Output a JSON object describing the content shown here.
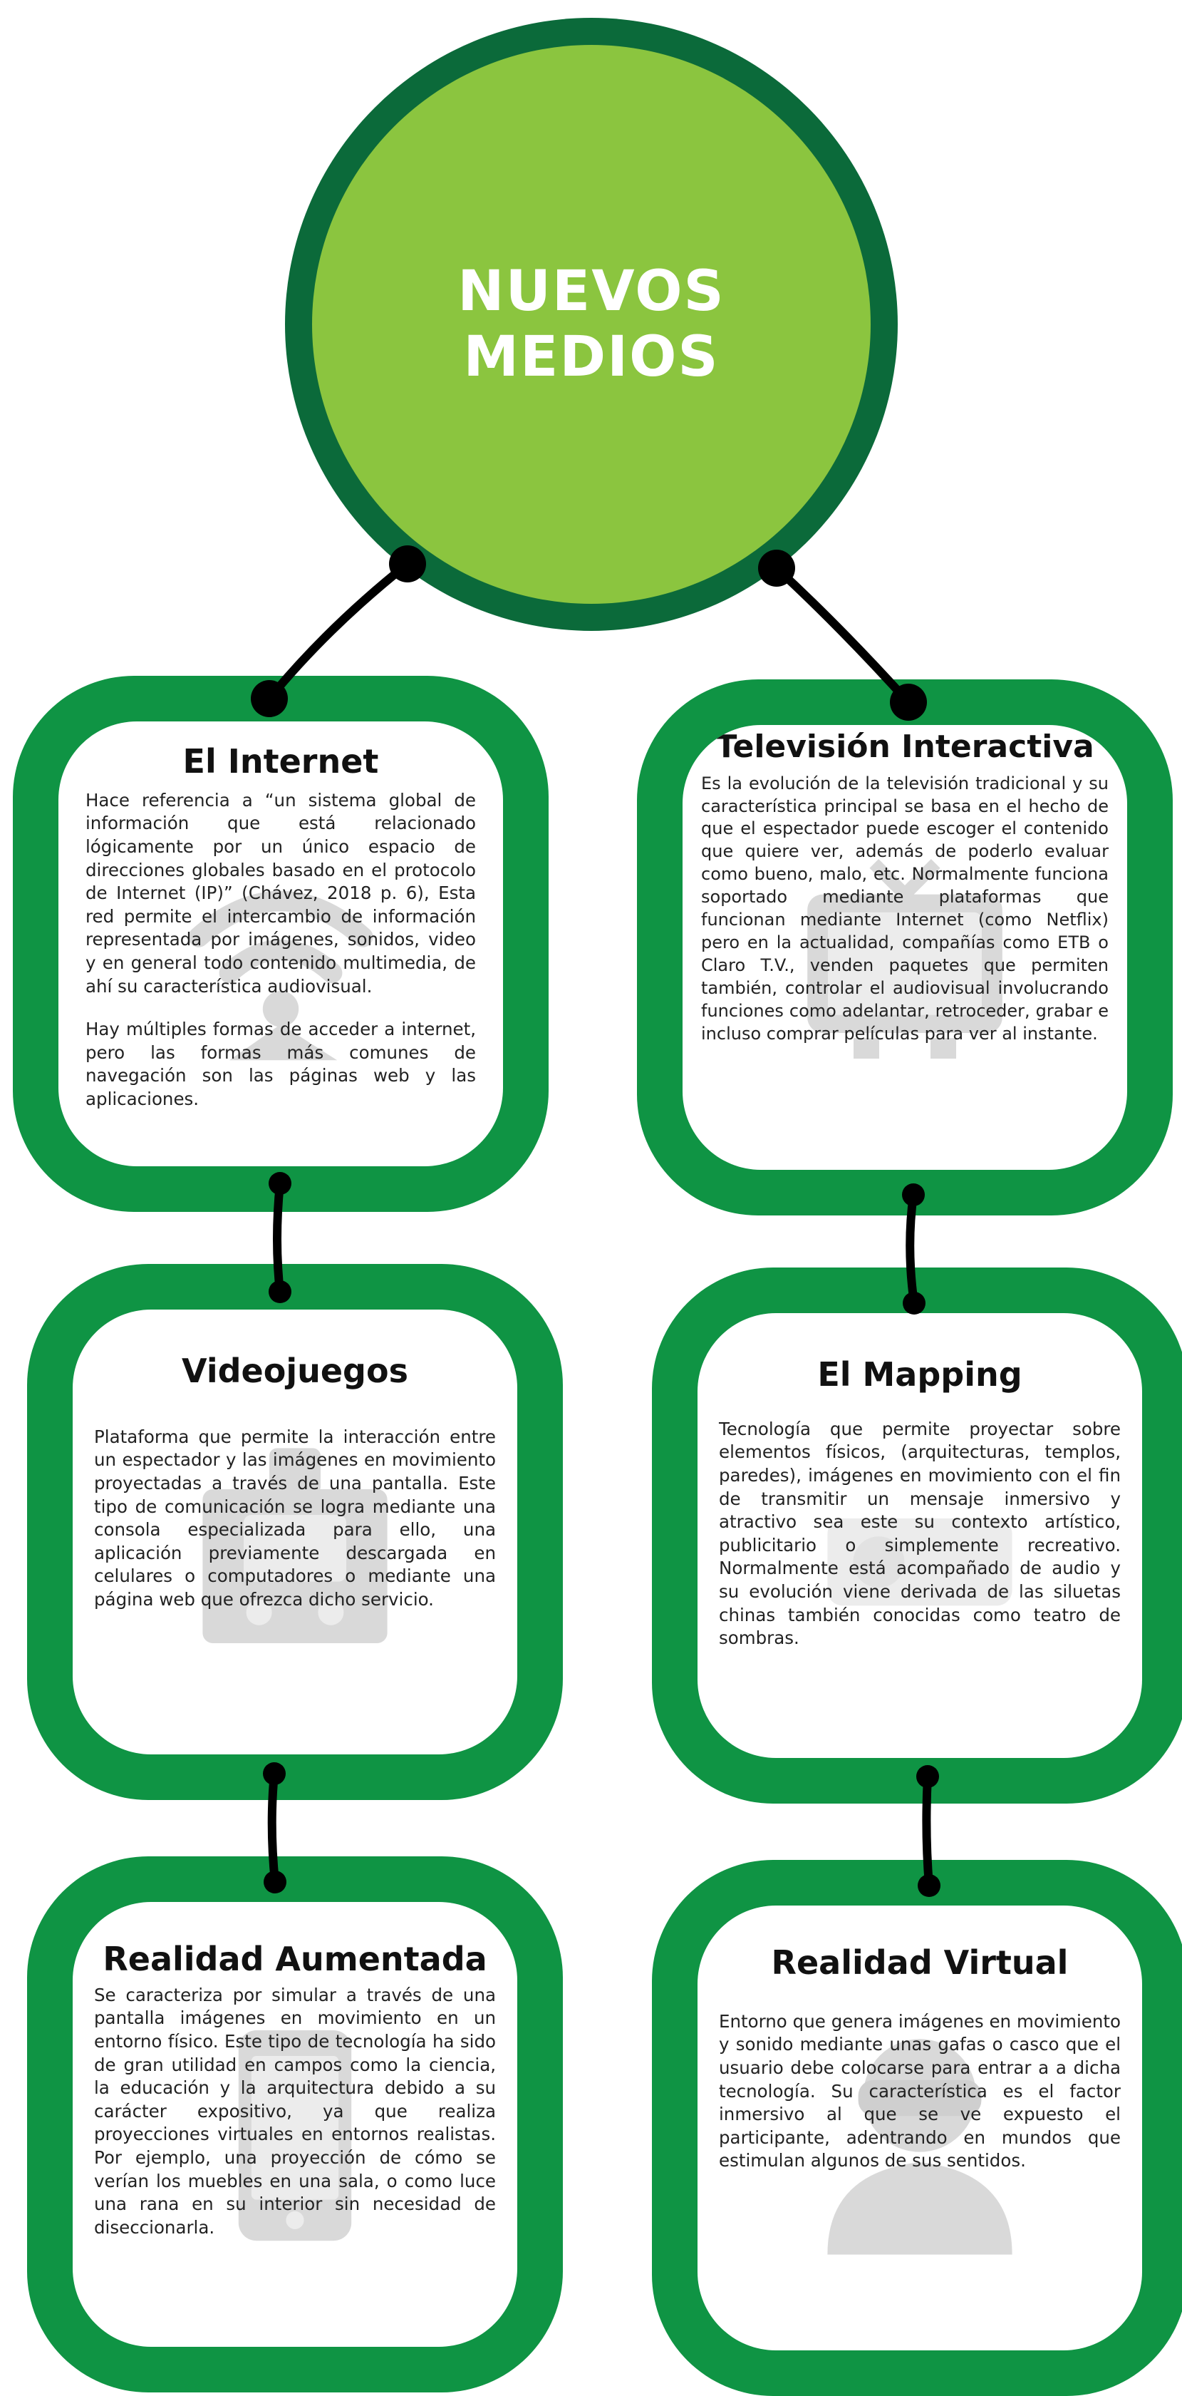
{
  "hub": {
    "title_line1": "NUEVOS",
    "title_line2": "MEDIOS"
  },
  "colors": {
    "hub_ring": "#0b6a3a",
    "hub_fill": "#8bc53f",
    "card_ring": "#0f9444",
    "card_fill": "#ffffff",
    "connector": "#000000",
    "watermark": "#d9d9d9"
  },
  "cards": {
    "internet": {
      "title": "El Internet",
      "icon": "wifi-icon",
      "paragraphs": [
        "Hace referencia a “un sistema global de información que está relacionado lógicamente por un único espacio de direcciones globales basado en el protocolo de Internet (IP)” (Chávez, 2018 p. 6), Esta red permite el intercambio de información representada por imágenes, sonidos, video y en general todo contenido multimedia, de ahí su característica audiovisual.",
        "Hay múltiples formas de acceder a internet, pero las formas más comunes de navegación son las páginas web y las aplicaciones."
      ]
    },
    "television": {
      "title": "Televisión Interactiva",
      "icon": "television-icon",
      "paragraphs": [
        "Es la evolución de la televisión tradicional y su característica principal se basa en el hecho de que el espectador puede escoger el contenido que quiere ver, además de poderlo evaluar como bueno, malo, etc. Normalmente funciona soportado mediante plataformas que funcionan mediante Internet (como Netflix) pero en la actualidad, compañías como ETB o Claro T.V., venden paquetes que permiten también, controlar el audiovisual involucrando funciones como adelantar, retroceder, grabar e incluso comprar películas para ver al instante."
      ]
    },
    "videojuegos": {
      "title": "Videojuegos",
      "icon": "gamepad-icon",
      "paragraphs": [
        "Plataforma que permite la interacción entre un espectador y las imágenes en movimiento proyectadas a través de una pantalla. Este tipo de comunicación se logra mediante una consola especializada para ello, una aplicación previamente descargada en celulares o computadores o mediante una página web que ofrezca dicho servicio."
      ]
    },
    "mapping": {
      "title": "El Mapping",
      "icon": "projector-icon",
      "paragraphs": [
        "Tecnología que permite proyectar sobre elementos físicos, (arquitecturas, templos, paredes), imágenes en movimiento con el fin de transmitir un mensaje inmersivo y atractivo sea este su contexto artístico, publicitario o simplemente recreativo. Normalmente está acompañado de audio y su evolución viene derivada de las siluetas chinas también conocidas como teatro de sombras."
      ]
    },
    "aumentada": {
      "title": "Realidad Aumentada",
      "icon": "smartphone-icon",
      "paragraphs": [
        "Se caracteriza por simular a través de una pantalla imágenes en movimiento en un entorno físico. Este tipo de tecnología ha sido de gran utilidad en campos como la ciencia, la educación y la arquitectura debido a su carácter expositivo, ya que realiza proyecciones virtuales en entornos realistas. Por ejemplo, una proyección de cómo se verían los muebles en una sala, o como luce una rana en su interior sin necesidad de diseccionarla."
      ]
    },
    "virtual": {
      "title": "Realidad Virtual",
      "icon": "vr-headset-user-icon",
      "paragraphs": [
        "Entorno que genera imágenes en movimiento y sonido mediante unas gafas o casco que el usuario debe colocarse para entrar a a dicha tecnología. Su característica es el factor inmersivo al que se ve expuesto el participante, adentrando en mundos que estimulan algunos de sus sentidos."
      ]
    }
  }
}
